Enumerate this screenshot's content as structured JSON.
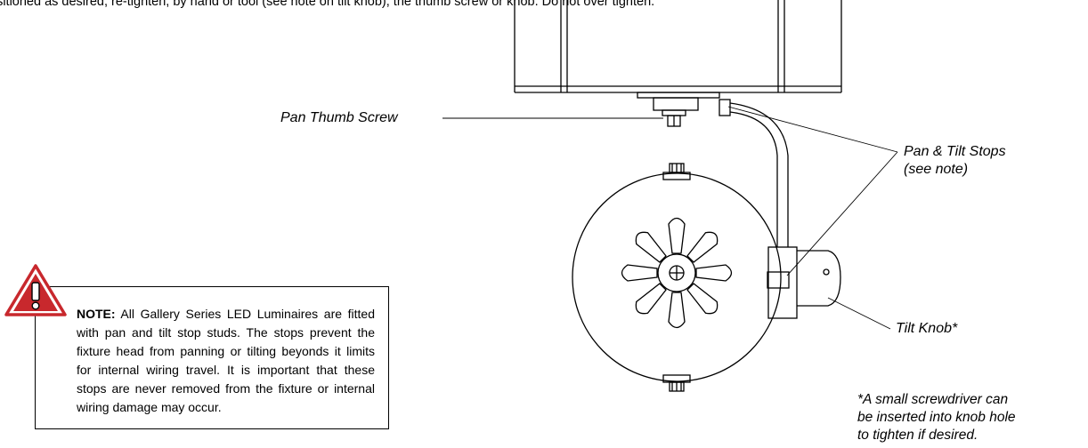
{
  "intro_text": "ositioned as desired, re-tighten, by hand or tool (see note on tilt knob), the thumb screw or knob. Do not over tighten.",
  "labels": {
    "pan_thumb_screw": "Pan Thumb Screw",
    "pan_tilt_stops_line1": "Pan & Tilt Stops",
    "pan_tilt_stops_line2": "(see note)",
    "tilt_knob": "Tilt Knob*",
    "footnote_line1": "*A small screwdriver can",
    "footnote_line2": "be inserted into knob hole",
    "footnote_line3": "to tighten if desired."
  },
  "note": {
    "heading": "NOTE:",
    "body": " All Gallery Series LED Luminaires are fitted with pan and tilt stop studs. The stops prevent the fixture head from panning or tilting beyonds it limits for internal wiring travel. It is important that these stops are never removed from the fixture or internal wiring damage may occur."
  },
  "icons": {
    "warning": "warning-triangle-icon"
  },
  "colors": {
    "warning_fill": "#c8282d",
    "line": "#000000"
  }
}
